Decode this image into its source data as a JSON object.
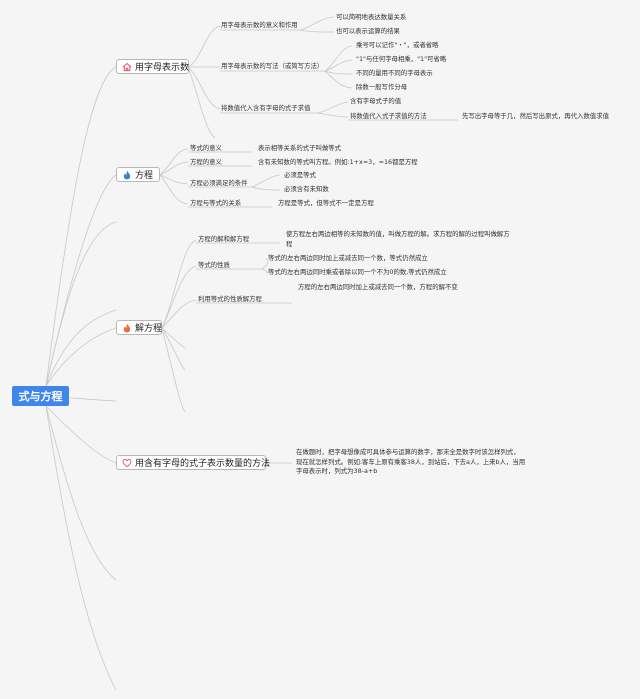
{
  "root": "式与方程",
  "branch1": {
    "label": "用字母表示数",
    "sub1": {
      "label": "用字母表示数的意义和作用",
      "items": [
        "可以简明地表达数量关系",
        "也可以表示运算的结果"
      ]
    },
    "sub2": {
      "label": "用字母表示数的写法（或简写方法）",
      "items": [
        "乘号可以记作\"・\"，或者省略",
        "\"1\"与任何字母相乘，\"1\"可省略",
        "不同的量用不同的字母表示",
        "除数一般写作分母"
      ]
    },
    "sub3": {
      "label": "将数值代入含有字母的式子求值",
      "items": [
        "含有字母式子的值",
        "将数值代入式子求值的方法"
      ],
      "leaf": "先写出字母等于几，然后写出原式，再代入数值求值"
    }
  },
  "branch2": {
    "label": "方程",
    "sub1": {
      "label": "等式的意义",
      "leaf": "表示相等关系的式子叫做等式"
    },
    "sub2": {
      "label": "方程的意义",
      "leaf": "含有未知数的等式叫方程。例如:1+x=3，=16都是方程"
    },
    "sub3": {
      "label": "方程必须满足的条件",
      "items": [
        "必须是等式",
        "必须含有未知数"
      ]
    },
    "sub4": {
      "label": "方程与等式的关系",
      "leaf": "方程是等式，但等式不一定是方程"
    }
  },
  "branch3": {
    "label": "解方程",
    "sub1": {
      "label": "方程的解和解方程",
      "leaf": "使方程左右两边相等的未知数的值，叫做方程的解。求方程的解的过程叫做解方程"
    },
    "sub2": {
      "label": "等式的性质",
      "items": [
        "等式的左右两边同时加上或减去同一个数，等式仍然成立",
        "等式的左右两边同时乘或者除以同一个不为0的数,等式仍然成立"
      ]
    },
    "sub3": {
      "label": "利用等式的性质解方程",
      "leaf": "方程的左右两边同时加上或减去同一个数，方程的解不变"
    }
  },
  "branch4": {
    "label": "用含有字母的式子表示数量的方法",
    "leaf": "在做题时，把字母想像成可具体参与运算的数字，那末全是数字时该怎样列式，现在就怎样列式。例如:客车上原有乘客38人，到站后，下去a人，上来b人，当用字母表示时，列式为38-a+b"
  },
  "colors": {
    "root": "#3f85ec",
    "line": "#c8c8c8",
    "house": "#e8506a",
    "flame": "#f26a3d",
    "flame_blue": "#3b7fd6",
    "heart": "#e8506a"
  },
  "icons": {
    "branch1": "house-icon",
    "branch2": "flame-icon",
    "branch3": "flame-icon",
    "branch4": "heart-icon"
  }
}
